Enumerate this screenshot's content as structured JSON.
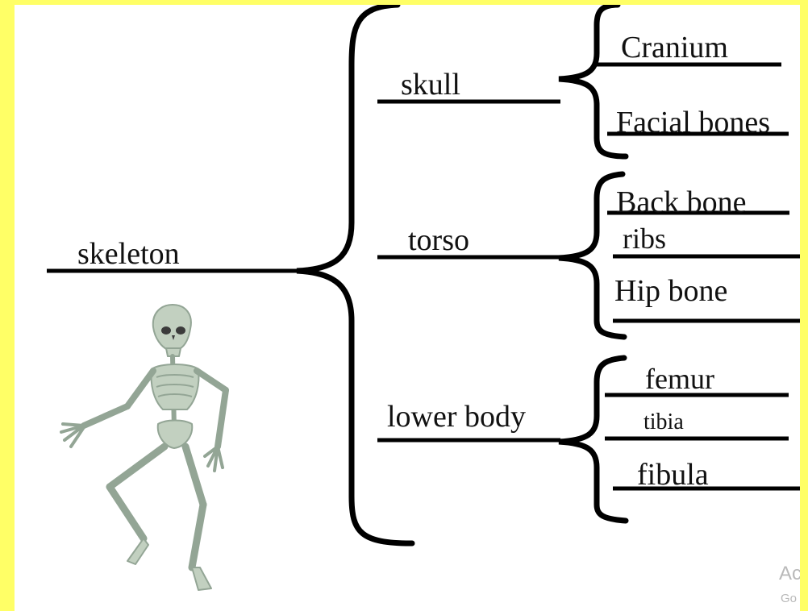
{
  "root": {
    "label": "skeleton"
  },
  "branches": [
    {
      "label": "skull",
      "children": [
        "Cranium",
        "Facial bones"
      ]
    },
    {
      "label": "torso",
      "children": [
        "Back bone",
        "ribs",
        "Hip bone"
      ]
    },
    {
      "label": "lower body",
      "children": [
        "femur",
        "tibia",
        "fibula"
      ]
    }
  ],
  "watermark": {
    "line1": "Ac",
    "line2": "Go"
  },
  "colors": {
    "frame": "#ffff66",
    "ink": "#000000",
    "bone": "#bfcdbd",
    "bone_shadow": "#9fb1a0"
  }
}
